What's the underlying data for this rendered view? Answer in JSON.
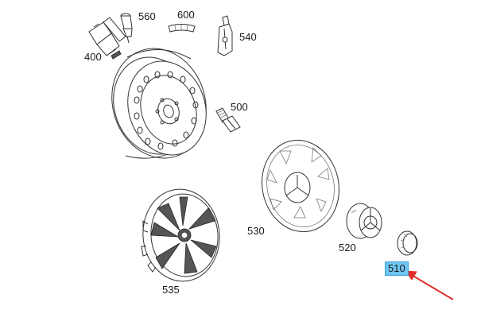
{
  "parts": [
    {
      "id": "560",
      "label": "560"
    },
    {
      "id": "600",
      "label": "600"
    },
    {
      "id": "540",
      "label": "540"
    },
    {
      "id": "400",
      "label": "400"
    },
    {
      "id": "500",
      "label": "500"
    },
    {
      "id": "530",
      "label": "530"
    },
    {
      "id": "520",
      "label": "520"
    },
    {
      "id": "535",
      "label": "535"
    },
    {
      "id": "510",
      "label": "510",
      "highlighted": true
    }
  ],
  "colors": {
    "highlight": "#6ec6f0",
    "arrow": "#e0302a",
    "line": "#333333"
  }
}
